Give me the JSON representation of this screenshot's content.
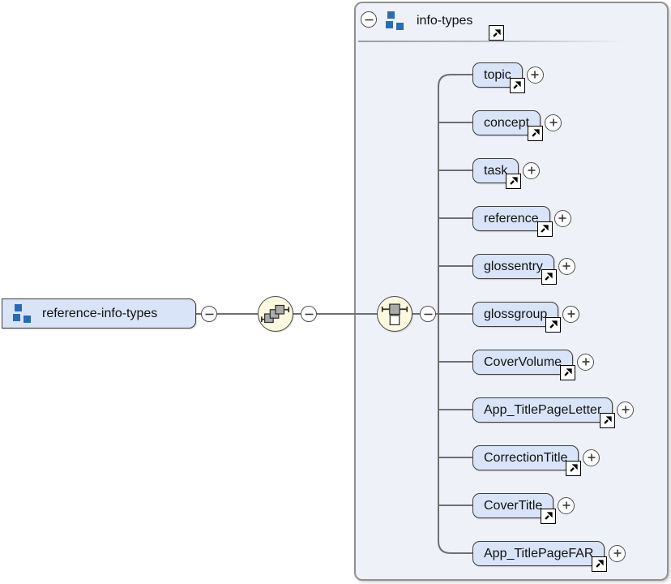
{
  "root_node": {
    "label": "reference-info-types",
    "icon": "group-icon",
    "toggle_icon": "collapse-minus-icon"
  },
  "compositors": [
    {
      "name": "sequence-group",
      "icon": "diagonal-squares-icon",
      "toggle_icon": "collapse-minus-icon"
    },
    {
      "name": "choice",
      "icon": "choice-squares-icon",
      "toggle_icon": "collapse-minus-icon"
    }
  ],
  "panel": {
    "title": "info-types",
    "title_icon": "group-icon",
    "toggle_icon": "collapse-minus-icon",
    "definition_link_icon": "arrow-up-right-icon",
    "children": [
      {
        "label": "topic",
        "expand_icon": "plus-icon",
        "definition_link_icon": "arrow-up-right-icon"
      },
      {
        "label": "concept",
        "expand_icon": "plus-icon",
        "definition_link_icon": "arrow-up-right-icon"
      },
      {
        "label": "task",
        "expand_icon": "plus-icon",
        "definition_link_icon": "arrow-up-right-icon"
      },
      {
        "label": "reference",
        "expand_icon": "plus-icon",
        "definition_link_icon": "arrow-up-right-icon"
      },
      {
        "label": "glossentry",
        "expand_icon": "plus-icon",
        "definition_link_icon": "arrow-up-right-icon"
      },
      {
        "label": "glossgroup",
        "expand_icon": "plus-icon",
        "definition_link_icon": "arrow-up-right-icon"
      },
      {
        "label": "CoverVolume",
        "expand_icon": "plus-icon",
        "definition_link_icon": "arrow-up-right-icon"
      },
      {
        "label": "App_TitlePageLetter",
        "expand_icon": "plus-icon",
        "definition_link_icon": "arrow-up-right-icon"
      },
      {
        "label": "CorrectionTitle",
        "expand_icon": "plus-icon",
        "definition_link_icon": "arrow-up-right-icon"
      },
      {
        "label": "CoverTitle",
        "expand_icon": "plus-icon",
        "definition_link_icon": "arrow-up-right-icon"
      },
      {
        "label": "App_TitlePageFAR",
        "expand_icon": "plus-icon",
        "definition_link_icon": "arrow-up-right-icon"
      }
    ]
  },
  "colors": {
    "node_fill": "#d9e4f8",
    "node_border": "#3d3d3d",
    "panel_fill": "#eef1f8",
    "panel_border": "#909090",
    "compositor_fill": "#fbf9df",
    "connector": "#6f6f6f",
    "icon_blue": "#2a6cb4"
  }
}
